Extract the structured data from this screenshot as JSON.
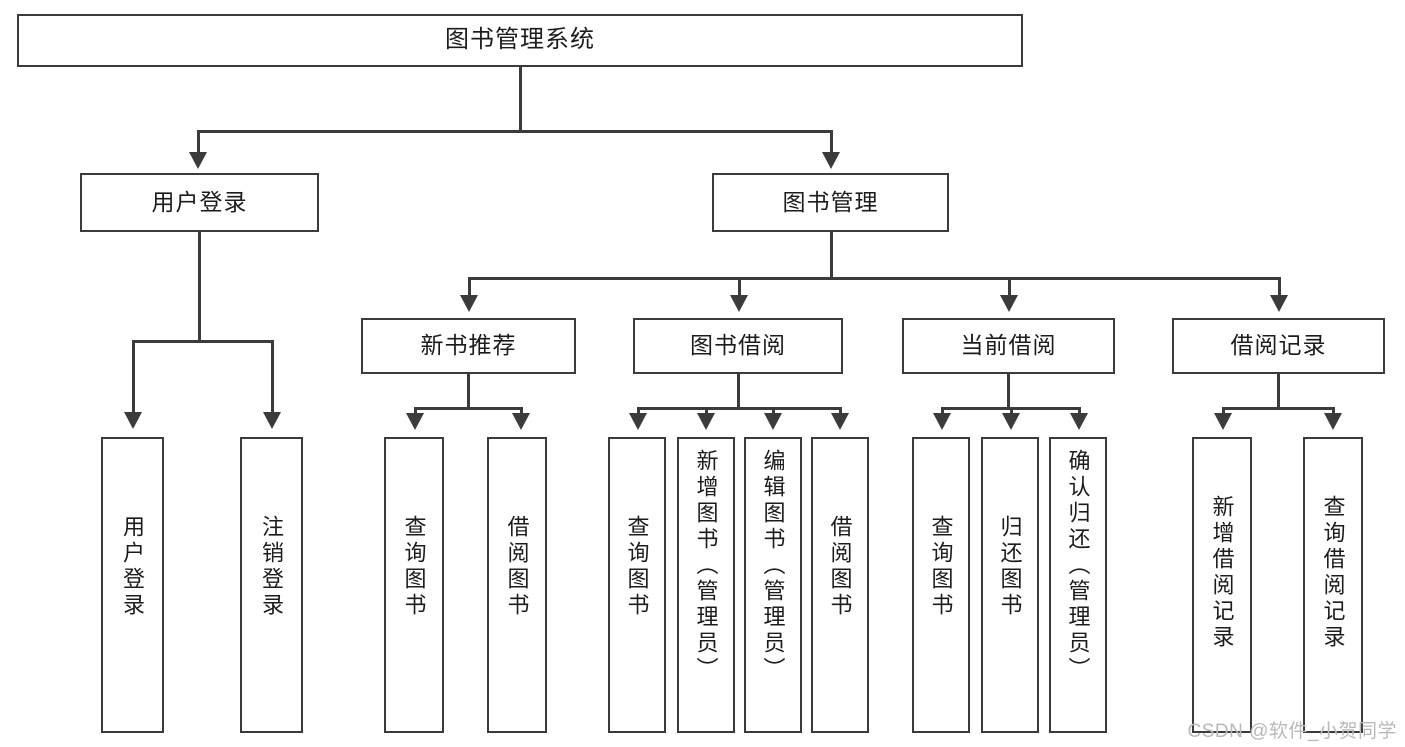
{
  "diagram": {
    "title": "图书管理系统",
    "type": "tree",
    "watermark": "CSDN @软件_小贺同学",
    "colors": {
      "border": "#3b3b3b",
      "text": "#1c1c1c",
      "background": "#ffffff",
      "watermark": "#b9b9b9"
    },
    "root": {
      "label": "图书管理系统"
    },
    "level1": [
      {
        "label": "用户登录"
      },
      {
        "label": "图书管理"
      }
    ],
    "level2": [
      {
        "label": "新书推荐"
      },
      {
        "label": "图书借阅"
      },
      {
        "label": "当前借阅"
      },
      {
        "label": "借阅记录"
      }
    ],
    "leaves": {
      "user_login": [
        {
          "label": "用户登录"
        },
        {
          "label": "注销登录"
        }
      ],
      "new_book": [
        {
          "label": "查询图书"
        },
        {
          "label": "借阅图书"
        }
      ],
      "book_borrow": [
        {
          "label": "查询图书"
        },
        {
          "label": "新增图书（管理员）"
        },
        {
          "label": "编辑图书（管理员）"
        },
        {
          "label": "借阅图书"
        }
      ],
      "current_borrow": [
        {
          "label": "查询图书"
        },
        {
          "label": "归还图书"
        },
        {
          "label": "确认归还（管理员）"
        }
      ],
      "borrow_record": [
        {
          "label": "新增借阅记录"
        },
        {
          "label": "查询借阅记录"
        }
      ]
    }
  }
}
